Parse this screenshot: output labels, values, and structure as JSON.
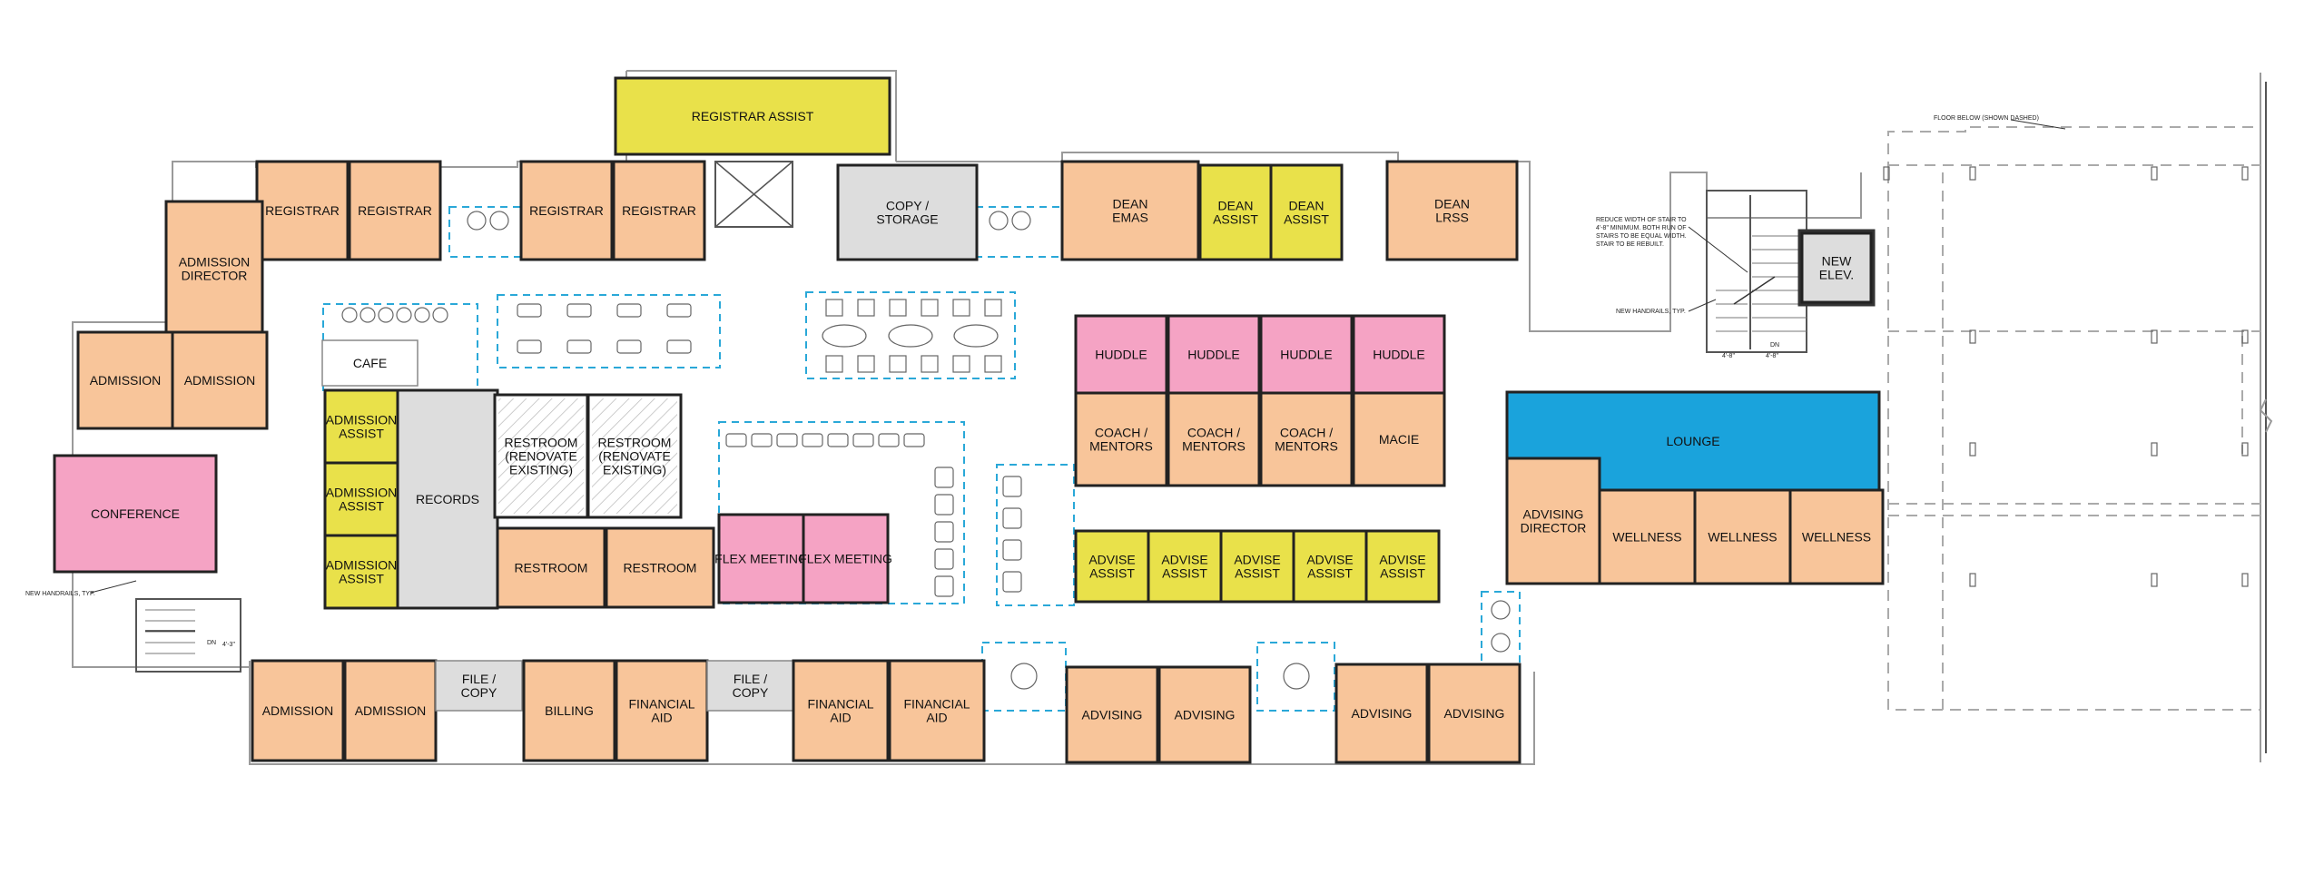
{
  "colors": {
    "office": "#f8c59a",
    "assist": "#e9e14a",
    "collab": "#f5a3c4",
    "lounge": "#1aa3dc",
    "service": "#dddddd",
    "white": "#ffffff"
  },
  "rooms": [
    {
      "id": "registrar-assist",
      "label": [
        "REGISTRAR ASSIST"
      ],
      "fill": "assist"
    },
    {
      "id": "registrar-1",
      "label": [
        "REGISTRAR"
      ],
      "fill": "office"
    },
    {
      "id": "registrar-2",
      "label": [
        "REGISTRAR"
      ],
      "fill": "office"
    },
    {
      "id": "registrar-3",
      "label": [
        "REGISTRAR"
      ],
      "fill": "office"
    },
    {
      "id": "registrar-4",
      "label": [
        "REGISTRAR"
      ],
      "fill": "office"
    },
    {
      "id": "admission-director",
      "label": [
        "ADMISSION",
        "DIRECTOR"
      ],
      "fill": "office"
    },
    {
      "id": "admission-1",
      "label": [
        "ADMISSION"
      ],
      "fill": "office"
    },
    {
      "id": "admission-2",
      "label": [
        "ADMISSION"
      ],
      "fill": "office"
    },
    {
      "id": "conference",
      "label": [
        "CONFERENCE"
      ],
      "fill": "collab"
    },
    {
      "id": "copy-storage",
      "label": [
        "COPY /",
        "STORAGE"
      ],
      "fill": "service"
    },
    {
      "id": "dean-emas",
      "label": [
        "DEAN",
        "EMAS"
      ],
      "fill": "office"
    },
    {
      "id": "dean-assist-1",
      "label": [
        "DEAN",
        "ASSIST"
      ],
      "fill": "assist"
    },
    {
      "id": "dean-assist-2",
      "label": [
        "DEAN",
        "ASSIST"
      ],
      "fill": "assist"
    },
    {
      "id": "dean-lrss",
      "label": [
        "DEAN",
        "LRSS"
      ],
      "fill": "office"
    },
    {
      "id": "cafe",
      "label": [
        "CAFE"
      ],
      "fill": "white"
    },
    {
      "id": "admission-assist-1",
      "label": [
        "ADMISSION",
        "ASSIST"
      ],
      "fill": "assist"
    },
    {
      "id": "admission-assist-2",
      "label": [
        "ADMISSION",
        "ASSIST"
      ],
      "fill": "assist"
    },
    {
      "id": "admission-assist-3",
      "label": [
        "ADMISSION",
        "ASSIST"
      ],
      "fill": "assist"
    },
    {
      "id": "records",
      "label": [
        "RECORDS"
      ],
      "fill": "service"
    },
    {
      "id": "restroom-reno-1",
      "label": [
        "RESTROOM",
        "(RENOVATE",
        "EXISTING)"
      ],
      "fill": "white"
    },
    {
      "id": "restroom-reno-2",
      "label": [
        "RESTROOM",
        "(RENOVATE",
        "EXISTING)"
      ],
      "fill": "white"
    },
    {
      "id": "restroom-1",
      "label": [
        "RESTROOM"
      ],
      "fill": "office"
    },
    {
      "id": "restroom-2",
      "label": [
        "RESTROOM"
      ],
      "fill": "office"
    },
    {
      "id": "flex-meeting-1",
      "label": [
        "FLEX MEETING"
      ],
      "fill": "collab"
    },
    {
      "id": "flex-meeting-2",
      "label": [
        "FLEX MEETING"
      ],
      "fill": "collab"
    },
    {
      "id": "huddle-1",
      "label": [
        "HUDDLE"
      ],
      "fill": "collab"
    },
    {
      "id": "huddle-2",
      "label": [
        "HUDDLE"
      ],
      "fill": "collab"
    },
    {
      "id": "huddle-3",
      "label": [
        "HUDDLE"
      ],
      "fill": "collab"
    },
    {
      "id": "huddle-4",
      "label": [
        "HUDDLE"
      ],
      "fill": "collab"
    },
    {
      "id": "coach-1",
      "label": [
        "COACH /",
        "MENTORS"
      ],
      "fill": "office"
    },
    {
      "id": "coach-2",
      "label": [
        "COACH /",
        "MENTORS"
      ],
      "fill": "office"
    },
    {
      "id": "coach-3",
      "label": [
        "COACH /",
        "MENTORS"
      ],
      "fill": "office"
    },
    {
      "id": "macie",
      "label": [
        "MACIE"
      ],
      "fill": "office"
    },
    {
      "id": "advise-assist-1",
      "label": [
        "ADVISE",
        "ASSIST"
      ],
      "fill": "assist"
    },
    {
      "id": "advise-assist-2",
      "label": [
        "ADVISE",
        "ASSIST"
      ],
      "fill": "assist"
    },
    {
      "id": "advise-assist-3",
      "label": [
        "ADVISE",
        "ASSIST"
      ],
      "fill": "assist"
    },
    {
      "id": "advise-assist-4",
      "label": [
        "ADVISE",
        "ASSIST"
      ],
      "fill": "assist"
    },
    {
      "id": "advise-assist-5",
      "label": [
        "ADVISE",
        "ASSIST"
      ],
      "fill": "assist"
    },
    {
      "id": "lounge",
      "label": [
        "LOUNGE"
      ],
      "fill": "lounge"
    },
    {
      "id": "advising-director",
      "label": [
        "ADVISING",
        "DIRECTOR"
      ],
      "fill": "office"
    },
    {
      "id": "wellness-1",
      "label": [
        "WELLNESS"
      ],
      "fill": "office"
    },
    {
      "id": "wellness-2",
      "label": [
        "WELLNESS"
      ],
      "fill": "office"
    },
    {
      "id": "wellness-3",
      "label": [
        "WELLNESS"
      ],
      "fill": "office"
    },
    {
      "id": "new-elev",
      "label": [
        "NEW",
        "ELEV."
      ],
      "fill": "service"
    },
    {
      "id": "admission-b1",
      "label": [
        "ADMISSION"
      ],
      "fill": "office"
    },
    {
      "id": "admission-b2",
      "label": [
        "ADMISSION"
      ],
      "fill": "office"
    },
    {
      "id": "file-copy-1",
      "label": [
        "FILE /",
        "COPY"
      ],
      "fill": "service"
    },
    {
      "id": "billing",
      "label": [
        "BILLING"
      ],
      "fill": "office"
    },
    {
      "id": "financial-aid-1",
      "label": [
        "FINANCIAL",
        "AID"
      ],
      "fill": "office"
    },
    {
      "id": "file-copy-2",
      "label": [
        "FILE /",
        "COPY"
      ],
      "fill": "service"
    },
    {
      "id": "financial-aid-2",
      "label": [
        "FINANCIAL",
        "AID"
      ],
      "fill": "office"
    },
    {
      "id": "financial-aid-3",
      "label": [
        "FINANCIAL",
        "AID"
      ],
      "fill": "office"
    },
    {
      "id": "advising-1",
      "label": [
        "ADVISING"
      ],
      "fill": "office"
    },
    {
      "id": "advising-2",
      "label": [
        "ADVISING"
      ],
      "fill": "office"
    },
    {
      "id": "advising-3",
      "label": [
        "ADVISING"
      ],
      "fill": "office"
    },
    {
      "id": "advising-4",
      "label": [
        "ADVISING"
      ],
      "fill": "office"
    }
  ],
  "notes": {
    "handrails_left": "NEW HANDRAILS, TYP.",
    "handrails_right": "NEW HANDRAILS, TYP.",
    "stair_reduce": [
      "REDUCE WIDTH OF STAIR TO",
      "4'-8\" MINIMUM. BOTH RUN OF",
      "STAIRS TO BE EQUAL WIDTH.",
      "STAIR TO BE REBUILT."
    ],
    "floor_below": "FLOOR BELOW (SHOWN DASHED)",
    "dn_left": "DN",
    "dim_left": "4'-3\"",
    "dim_stair_a": "4'-8\"",
    "dim_stair_b": "4'-8\"",
    "dn_right": "DN"
  }
}
